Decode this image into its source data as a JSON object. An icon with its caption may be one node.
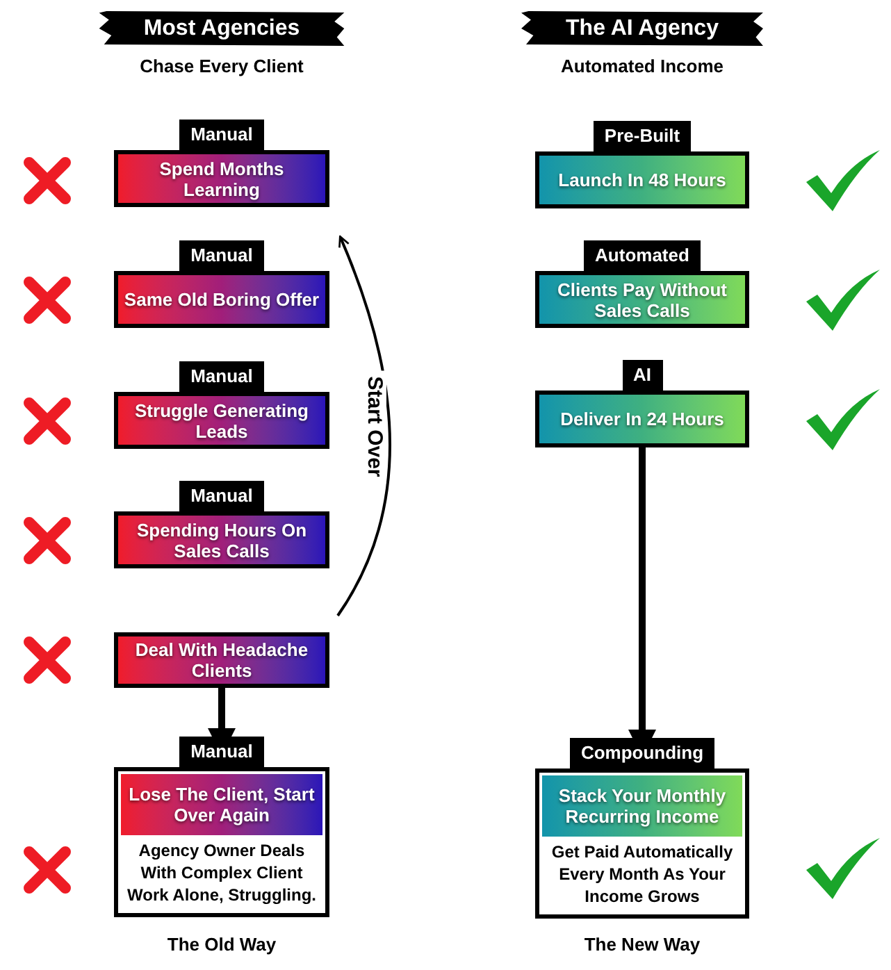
{
  "diagram": {
    "nodes": [
      {
        "text": [
          "Manual",
          "Spend Months Learning"
        ]
      },
      {
        "text": [
          "Manual",
          "Same Old Boring Offer"
        ]
      },
      {
        "text": [
          "Manual",
          "Struggle Generating Leads"
        ]
      },
      {
        "text": [
          "Manual",
          "Spending Hours On Sales Calls"
        ]
      },
      {
        "text": [
          "Deal With Headache Clients"
        ]
      },
      {
        "text": [
          "Manual",
          "Lose The Client, Start Over Again",
          "Agency Owner Deals With Complex Client Work Alone, Struggling."
        ]
      },
      {
        "text": [
          "Pre-Built",
          "Launch In 48 Hours"
        ]
      },
      {
        "text": [
          "Automated",
          "Clients Pay Without Sales Calls"
        ]
      },
      {
        "text": [
          "AI",
          "Deliver In 24 Hours"
        ]
      },
      {
        "text": [
          "Compounding",
          "Stack Your Monthly Recurring Income",
          "Get Paid Automatically Every Month As Your Income Grows"
        ]
      }
    ],
    "edges": [
      {
        "from": 4,
        "to": 5,
        "arrow": "to"
      },
      {
        "from": 4,
        "to": 0,
        "arrow": "to",
        "label": "Start Over"
      },
      {
        "from": 8,
        "to": 9,
        "arrow": "to"
      }
    ],
    "labels": [
      "Most Agencies",
      "Chase Every Client",
      "The AI Agency",
      "Automated Income",
      "The Old Way",
      "The New Way"
    ]
  }
}
